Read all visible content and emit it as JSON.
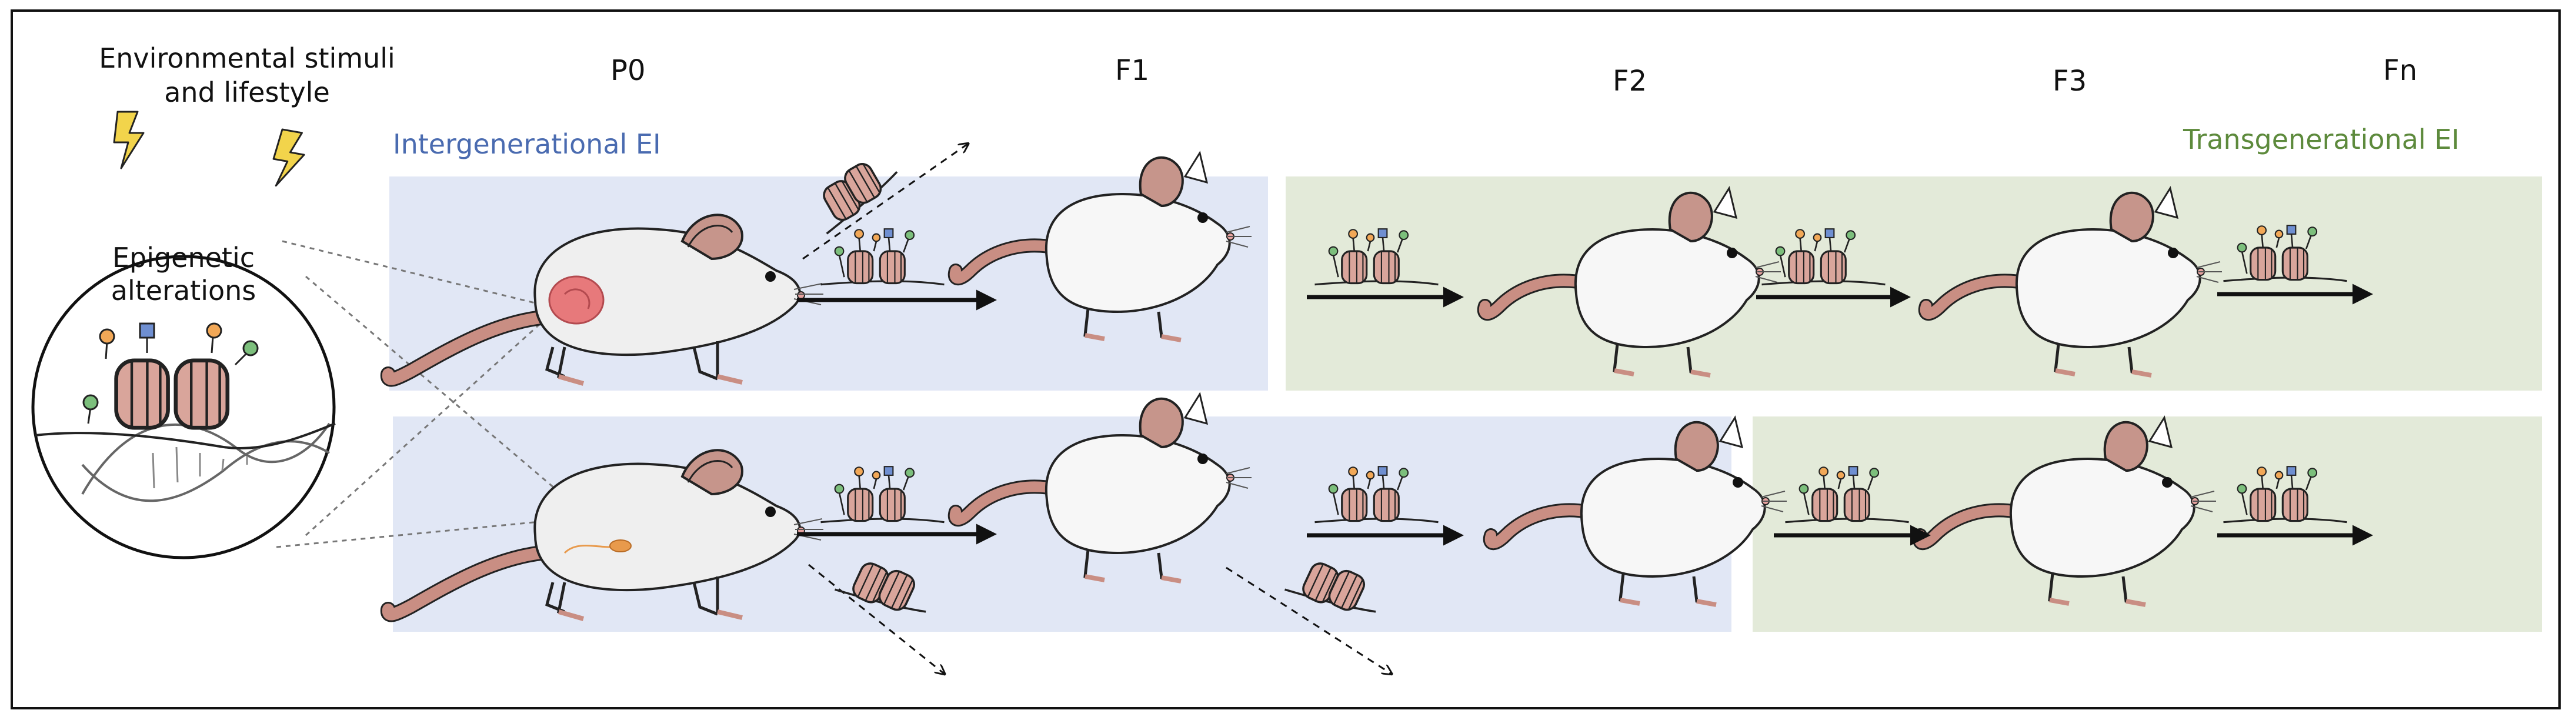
{
  "labels": {
    "environment_line1": "Environmental stimuli",
    "environment_line2": "and lifestyle",
    "epigenetic_line1": "Epigenetic",
    "epigenetic_line2": "alterations",
    "intergenerational": "Intergenerational EI",
    "transgenerational": "Transgenerational EI"
  },
  "generations": [
    "P0",
    "F1",
    "F2",
    "F3",
    "Fn"
  ],
  "colors": {
    "inter_bg": "#e1e7f5",
    "trans_bg": "#e3ead9",
    "inter_text": "#4a6bb0",
    "trans_text": "#5d8a3c",
    "nucleosome": "#d9a59b",
    "mouse_tail": "#c98e83",
    "mouse_ear": "#c6958b",
    "bolt": "#f2d44b",
    "embryo": "#e7797b",
    "sperm": "#e89a4c",
    "mark_orange": "#f2a857",
    "mark_blue": "#6f8fd1",
    "mark_green": "#7cbf7c"
  },
  "icons": [
    "lightning-icon",
    "mouse-icon",
    "nucleosome-icon",
    "dna-icon",
    "arrow-icon"
  ]
}
